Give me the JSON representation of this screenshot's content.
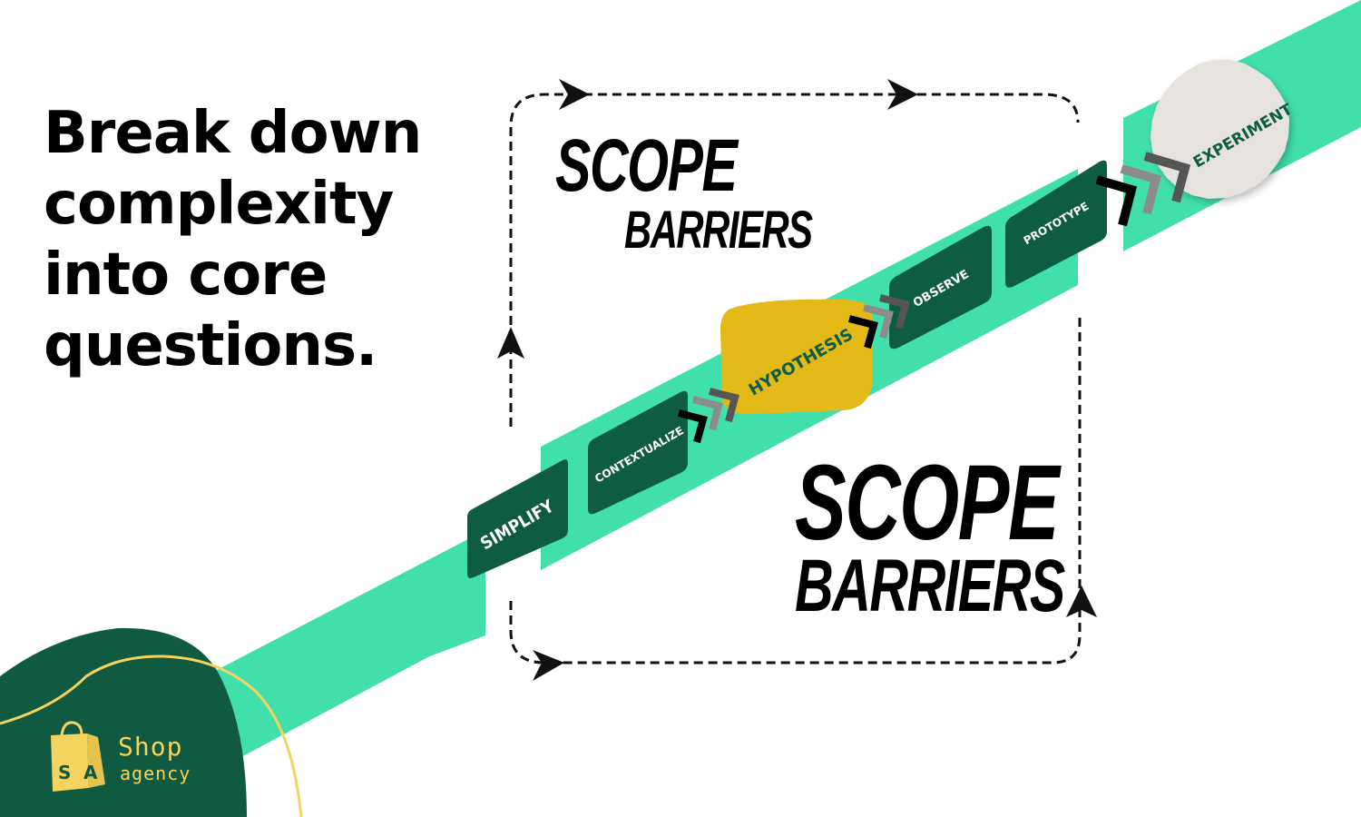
{
  "headline": {
    "lines": [
      "Break down",
      "complexity",
      "into core",
      "questions."
    ]
  },
  "scope_labels": [
    {
      "line1": "SCOPE",
      "line2": "BARRIERS"
    },
    {
      "line1": "SCOPE",
      "line2": "BARRIERS"
    }
  ],
  "process_steps": [
    {
      "label": "SIMPLIFY",
      "style": "card"
    },
    {
      "label": "CONTEXTUALIZE",
      "style": "card"
    },
    {
      "label": "HYPOTHESIS",
      "style": "highlight"
    },
    {
      "label": "OBSERVE",
      "style": "card"
    },
    {
      "label": "PROTOTYPE",
      "style": "card"
    },
    {
      "label": "EXPERIMENT",
      "style": "paper-circle"
    }
  ],
  "logo": {
    "initials": [
      "S",
      "A"
    ],
    "name": "Shop",
    "subtitle": "agency",
    "icon": "shopping-bag-icon"
  },
  "colors": {
    "band": "#41dfac",
    "card": "#0f5c45",
    "card_text": "#ffffff",
    "highlight": "#e3b917",
    "highlight_text": "#0f5c45",
    "paper": "#e6e3df",
    "logo_blob": "#0f5a40",
    "logo_accent": "#f4d35e",
    "chevron_dark": "#000000",
    "chevron_mid": "#8c8c8c",
    "chevron_light": "#555555"
  }
}
